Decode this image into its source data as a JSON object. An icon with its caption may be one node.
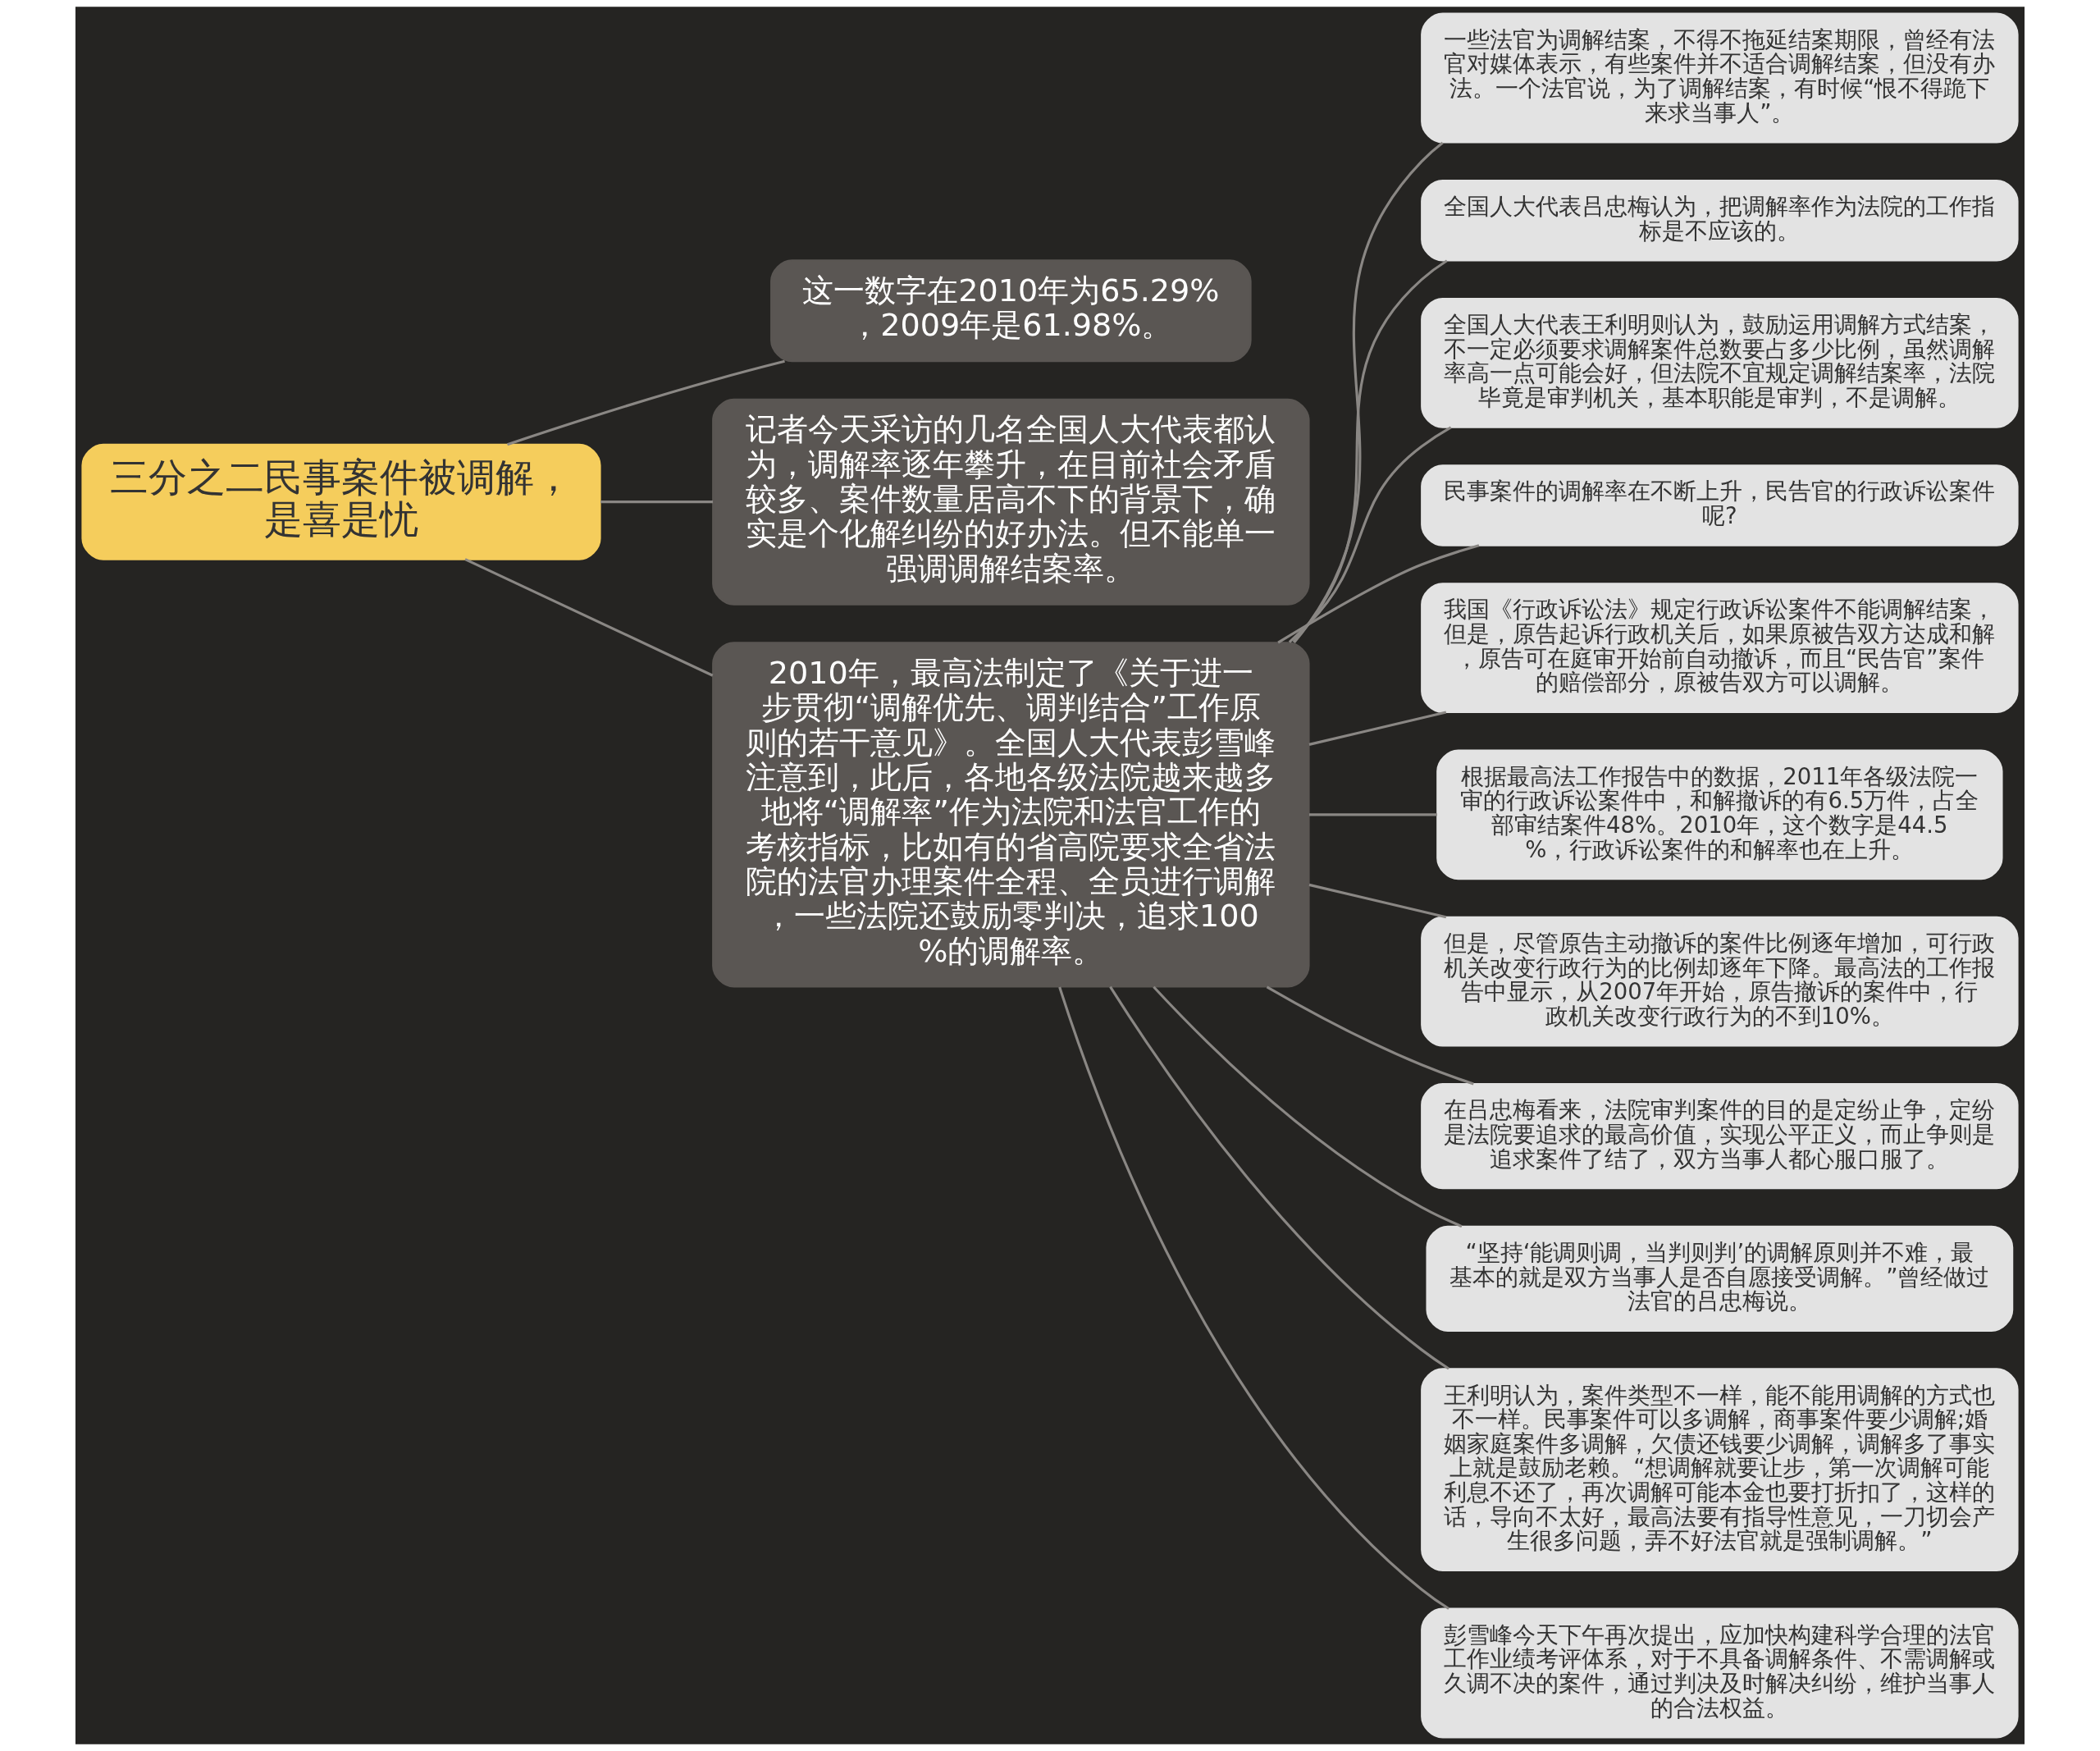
{
  "diagram": {
    "nodes": [
      {
        "text": [
          "三分之二民事案件被调解，是喜是忧"
        ]
      },
      {
        "text": [
          "这一数字在2010年为65.29%，2009年是61.98%。"
        ]
      },
      {
        "text": [
          "记者今天采访的几名全国人大代表都认为，调解率逐年攀升，在目前社会矛盾较多、案件数量居高不下的背景下，确实是个化解纠纷的好办法。但不能单一强调调解结案率。"
        ]
      },
      {
        "text": [
          "2010年，最高法制定了《关于进一步贯彻“调解优先、调判结合”工作原则的若干意见》。全国人大代表彭雪峰注意到，此后，各地各级法院越来越多地将“调解率”作为法院和法官工作的考核指标，比如有的省高院要求全省法院的法官办理案件全程、全员进行调解，一些法院还鼓励零判决，追求100%的调解率。"
        ]
      },
      {
        "text": [
          "一些法官为调解结案，不得不拖延结案期限，曾经有法官对媒体表示，有些案件并不适合调解结案，但没有办法。一个法官说，为了调解结案，有时候“恨不得跪下来求当事人”。"
        ]
      },
      {
        "text": [
          "全国人大代表吕忠梅认为，把调解率作为法院的工作指标是不应该的。"
        ]
      },
      {
        "text": [
          "全国人大代表王利明则认为，鼓励运用调解方式结案，不一定必须要求调解案件总数要占多少比例，虽然调解率高一点可能会好，但法院不宜规定调解结案率，法院毕竟是审判机关，基本职能是审判，不是调解。"
        ]
      },
      {
        "text": [
          "民事案件的调解率在不断上升，民告官的行政诉讼案件呢?"
        ]
      },
      {
        "text": [
          "我国《行政诉讼法》规定行政诉讼案件不能调解结案，但是，原告起诉行政机关后，如果原被告双方达成和解，原告可在庭审开始前自动撤诉，而且“民告官”案件的赔偿部分，原被告双方可以调解。"
        ]
      },
      {
        "text": [
          "根据最高法工作报告中的数据，2011年各级法院一审的行政诉讼案件中，和解撤诉的有6.5万件，占全部审结案件48%。2010年，这个数字是44.5%，行政诉讼案件的和解率也在上升。"
        ]
      },
      {
        "text": [
          "但是，尽管原告主动撤诉的案件比例逐年增加，可行政机关改变行政行为的比例却逐年下降。最高法的工作报告中显示，从2007年开始，原告撤诉的案件中，行政机关改变行政行为的不到10%。"
        ]
      },
      {
        "text": [
          "在吕忠梅看来，法院审判案件的目的是定纷止争，定纷是法院要追求的最高价值，实现公平正义，而止争则是追求案件了结了，双方当事人都心服口服了。"
        ]
      },
      {
        "text": [
          "“坚持‘能调则调，当判则判’的调解原则并不难，最基本的就是双方当事人是否自愿接受调解。”曾经做过法官的吕忠梅说。"
        ]
      },
      {
        "text": [
          "王利明认为，案件类型不一样，能不能用调解的方式也不一样。民事案件可以多调解，商事案件要少调解;婚姻家庭案件多调解，欠债还钱要少调解，调解多了事实上就是鼓励老赖。“想调解就要让步，第一次调解可能利息不还了，再次调解可能本金也要打折扣了，这样的话，导向不太好，最高法要有指导性意见，一刀切会产生很多问题，弄不好法官就是强制调解。”"
        ]
      },
      {
        "text": [
          "彭雪峰今天下午再次提出，应加快构建科学合理的法官工作业绩考评体系，对于不具备调解条件、不需调解或久调不决的案件，通过判决及时解决纠纷，维护当事人的合法权益。"
        ]
      }
    ],
    "edges": [
      {
        "from": 0,
        "to": 1,
        "arrow": "none"
      },
      {
        "from": 0,
        "to": 2,
        "arrow": "none"
      },
      {
        "from": 0,
        "to": 3,
        "arrow": "none"
      },
      {
        "from": 3,
        "to": 4,
        "arrow": "none"
      },
      {
        "from": 3,
        "to": 5,
        "arrow": "none"
      },
      {
        "from": 3,
        "to": 6,
        "arrow": "none"
      },
      {
        "from": 3,
        "to": 7,
        "arrow": "none"
      },
      {
        "from": 3,
        "to": 8,
        "arrow": "none"
      },
      {
        "from": 3,
        "to": 9,
        "arrow": "none"
      },
      {
        "from": 3,
        "to": 10,
        "arrow": "none"
      },
      {
        "from": 3,
        "to": 11,
        "arrow": "none"
      },
      {
        "from": 3,
        "to": 12,
        "arrow": "none"
      },
      {
        "from": 3,
        "to": 13,
        "arrow": "none"
      },
      {
        "from": 3,
        "to": 14,
        "arrow": "none"
      }
    ]
  }
}
